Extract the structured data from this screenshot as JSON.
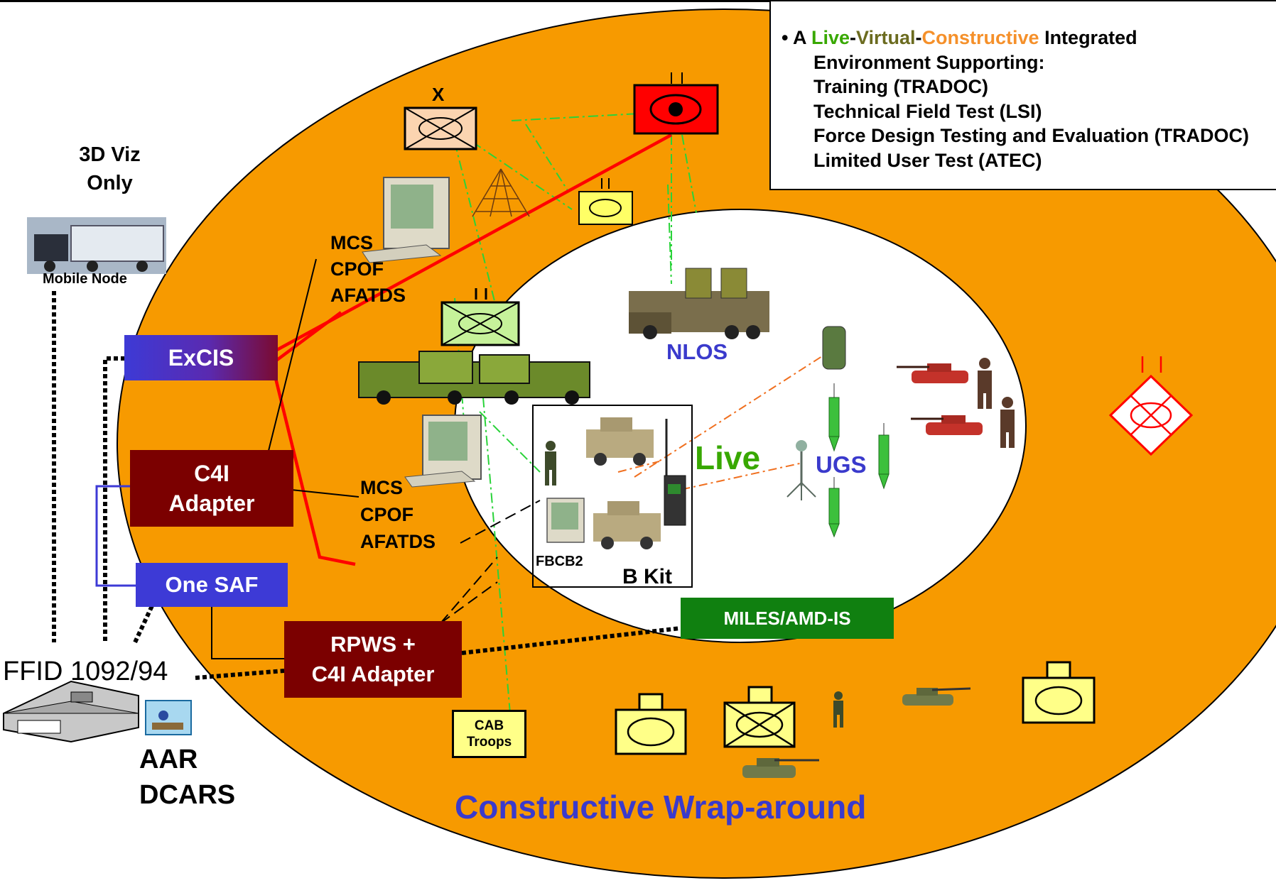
{
  "colors": {
    "orange": "#f79a00",
    "red_line": "#ff0000",
    "dark_red": "#7b0000",
    "blue_box": "#3d3ad6",
    "green_box": "#108010",
    "live_green": "#38a800",
    "virtual_olive": "#6b6b1f",
    "constructive_orange": "#f5902a",
    "unit_yellow": "#ffff88",
    "link_green": "#2ad33a",
    "text_blue": "#3a3acc"
  },
  "info": {
    "bullet": "•",
    "intro": "A ",
    "live": "Live",
    "dash1": "-",
    "virtual": "Virtual",
    "dash2": "-",
    "constructive": "Constructive",
    "integrated": " Integrated",
    "lines": [
      "Environment Supporting:",
      "Training (TRADOC)",
      "Technical Field Test (LSI)",
      "Force Design Testing and Evaluation (TRADOC)",
      "Limited User Test (ATEC)"
    ]
  },
  "viz3d": {
    "line1": "3D Viz",
    "line2": "Only"
  },
  "mobile_node": "Mobile Node",
  "mcs_top": [
    "MCS",
    "CPOF",
    "AFATDS"
  ],
  "mcs_bottom": [
    "MCS",
    "CPOF",
    "AFATDS"
  ],
  "boxes": {
    "excis": "ExCIS",
    "c4i_adapter": [
      "C4I",
      "Adapter"
    ],
    "one_saf": "One SAF",
    "rpws": [
      "RPWS +",
      "C4I Adapter"
    ],
    "miles": "MILES/AMD-IS",
    "cab_troops": [
      "CAB",
      "Troops"
    ]
  },
  "ffid": "FFID 1092/94",
  "aar": [
    "AAR",
    "DCARS"
  ],
  "nlos": "NLOS",
  "live": "Live",
  "ugs": "UGS",
  "fbcb2": "FBCB2",
  "bkit": "B Kit",
  "symbol_x": "X",
  "echelon_ii": "I I",
  "wraparound": "Constructive Wrap-around",
  "icons": [
    "truck-trailer-icon",
    "facility-building-icon",
    "aar-terminal-icon",
    "computer-terminal-icon",
    "antenna-tower-icon",
    "command-vehicle-icon",
    "nlos-launcher-truck-icon",
    "humvee-icon",
    "soldier-icon",
    "tank-icon",
    "ugs-sensor-icon",
    "radio-handset-icon"
  ]
}
